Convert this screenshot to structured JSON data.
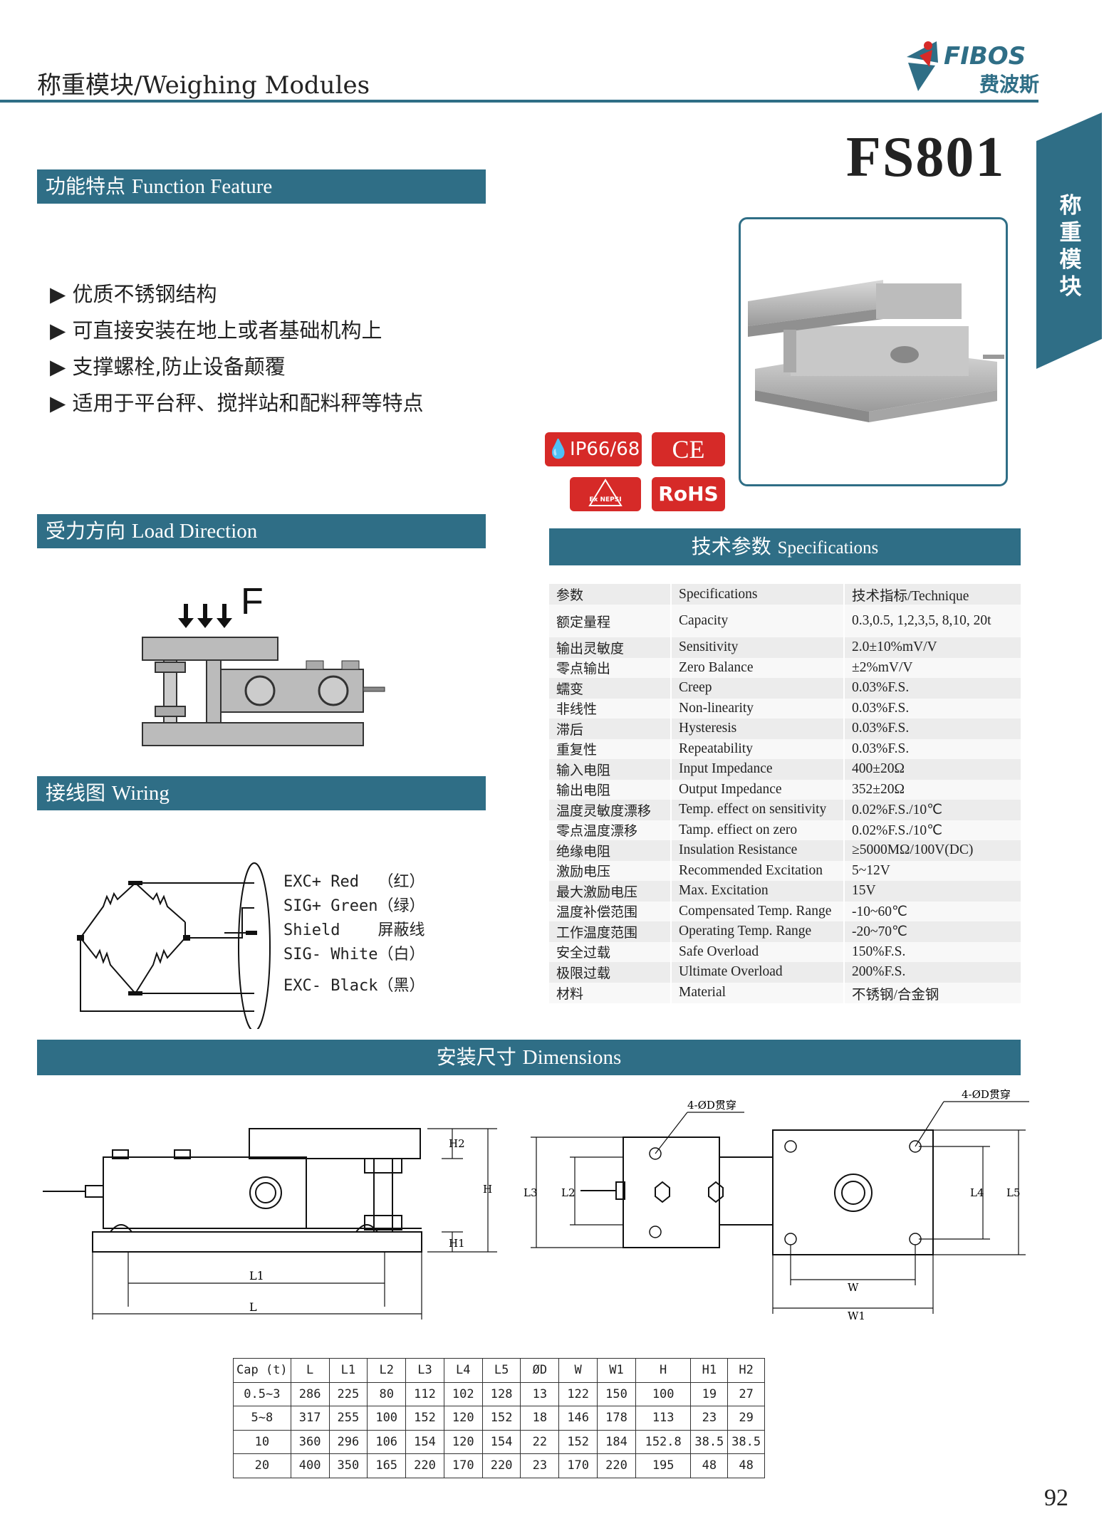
{
  "header": {
    "title": "称重模块/Weighing Modules",
    "logo_text": "FIBOS",
    "logo_cn": "费波斯"
  },
  "model": "FS801",
  "side_tab": [
    "称",
    "重",
    "模",
    "块"
  ],
  "function_feature": {
    "zh": "功能特点",
    "en": "Function Feature",
    "items": [
      "优质不锈钢结构",
      "可直接安装在地上或者基础机构上",
      "支撑螺栓,防止设备颠覆",
      "适用于平台秤、搅拌站和配料秤等特点"
    ]
  },
  "badges": {
    "ip": "IP66/68",
    "ce": "CE",
    "nepsi": "Ex NEPSI",
    "rohs": "RoHS"
  },
  "load_direction": {
    "zh": "受力方向",
    "en": "Load Direction",
    "force_label": "F"
  },
  "wiring": {
    "zh": "接线图",
    "en": "Wiring",
    "lines": [
      {
        "signal": "EXC+",
        "color": "Red",
        "cn": "（红）"
      },
      {
        "signal": "SIG+",
        "color": "Green",
        "cn": "（绿）"
      },
      {
        "signal": "Shield",
        "color": "",
        "cn": "屏蔽线"
      },
      {
        "signal": "SIG-",
        "color": "White",
        "cn": "（白）"
      },
      {
        "signal": "EXC-",
        "color": "Black",
        "cn": "（黑）"
      }
    ]
  },
  "specifications": {
    "zh": "技术参数",
    "en": "Specifications",
    "header": [
      "参数",
      "Specifications",
      "技术指标/Technique"
    ],
    "rows": [
      [
        "额定量程",
        "Capacity",
        "0.3,0.5, 1,2,3,5, 8,10, 20t"
      ],
      [
        "输出灵敏度",
        "Sensitivity",
        "2.0±10%mV/V"
      ],
      [
        "零点输出",
        "Zero Balance",
        "±2%mV/V"
      ],
      [
        "蠕变",
        "Creep",
        "0.03%F.S."
      ],
      [
        "非线性",
        "Non-linearity",
        "0.03%F.S."
      ],
      [
        "滞后",
        "Hysteresis",
        "0.03%F.S."
      ],
      [
        "重复性",
        "Repeatability",
        "0.03%F.S."
      ],
      [
        "输入电阻",
        "Input Impedance",
        "400±20Ω"
      ],
      [
        "输出电阻",
        "Output Impedance",
        "352±20Ω"
      ],
      [
        "温度灵敏度漂移",
        "Temp. effect on sensitivity",
        "0.02%F.S./10℃"
      ],
      [
        "零点温度漂移",
        "Tamp. effiect on zero",
        "0.02%F.S./10℃"
      ],
      [
        "绝缘电阻",
        "Insulation Resistance",
        "≥5000MΩ/100V(DC)"
      ],
      [
        "激励电压",
        "Recommended Excitation",
        "5~12V"
      ],
      [
        "最大激励电压",
        "Max. Excitation",
        "15V"
      ],
      [
        "温度补偿范围",
        "Compensated Temp. Range",
        "-10~60℃"
      ],
      [
        "工作温度范围",
        "Operating Temp. Range",
        "-20~70℃"
      ],
      [
        "安全过载",
        "Safe Overload",
        "150%F.S."
      ],
      [
        "极限过载",
        "Ultimate Overload",
        "200%F.S."
      ],
      [
        "材料",
        "Material",
        "不锈钢/合金钢"
      ]
    ]
  },
  "dimensions": {
    "zh": "安装尺寸",
    "en": "Dimensions",
    "labels": {
      "h2": "H2",
      "h": "H",
      "h1": "H1",
      "l1": "L1",
      "l": "L",
      "l3": "L3",
      "l2": "L2",
      "l4": "L4",
      "l5": "L5",
      "w": "W",
      "w1": "W1",
      "hole": "4-ØD贯穿"
    },
    "table_header": [
      "Cap (t)",
      "L",
      "L1",
      "L2",
      "L3",
      "L4",
      "L5",
      "ØD",
      "W",
      "W1",
      "H",
      "H1",
      "H2"
    ],
    "table_rows": [
      [
        "0.5~3",
        "286",
        "225",
        "80",
        "112",
        "102",
        "128",
        "13",
        "122",
        "150",
        "100",
        "19",
        "27"
      ],
      [
        "5~8",
        "317",
        "255",
        "100",
        "152",
        "120",
        "152",
        "18",
        "146",
        "178",
        "113",
        "23",
        "29"
      ],
      [
        "10",
        "360",
        "296",
        "106",
        "154",
        "120",
        "154",
        "22",
        "152",
        "184",
        "152.8",
        "38.5",
        "38.5"
      ],
      [
        "20",
        "400",
        "350",
        "165",
        "220",
        "170",
        "220",
        "23",
        "170",
        "220",
        "195",
        "48",
        "48"
      ]
    ]
  },
  "page_number": "92",
  "colors": {
    "accent": "#2f6e86",
    "badge_red": "#d62a28"
  }
}
